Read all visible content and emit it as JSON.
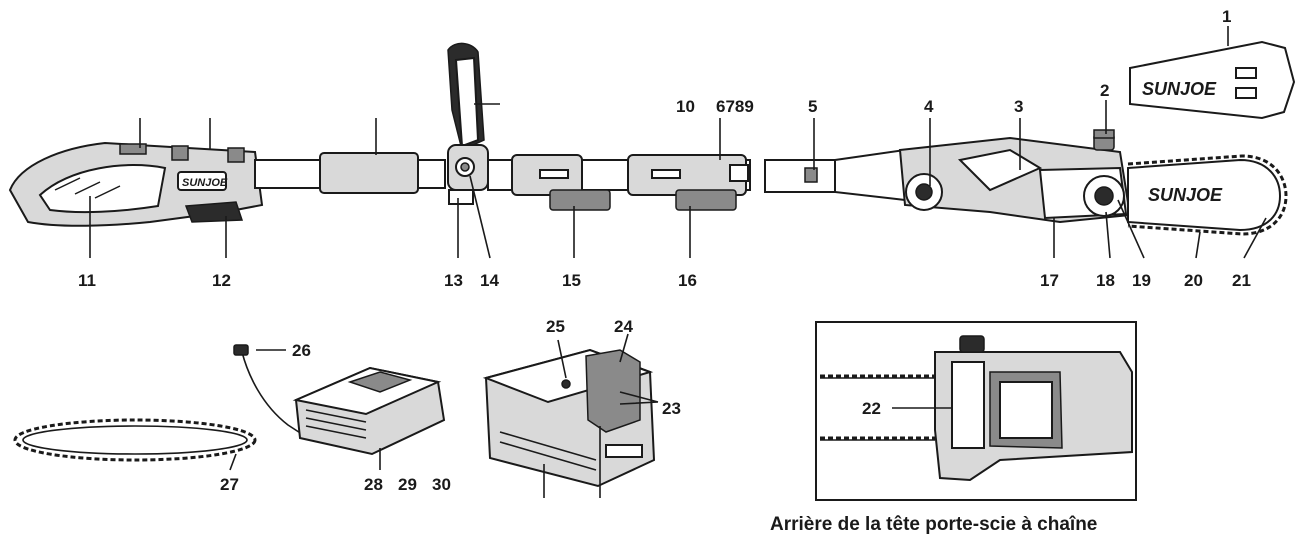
{
  "brand": {
    "logo_text": "SUNJOE"
  },
  "caption": "Arrière de la tête porte-scie à chaîne",
  "callouts": {
    "c1": "1",
    "c2": "2",
    "c3": "3",
    "c4": "4",
    "c5": "5",
    "c6789": "6789",
    "c10": "10",
    "c11": "11",
    "c12": "12",
    "c13": "13",
    "c14": "14",
    "c15": "15",
    "c16": "16",
    "c17": "17",
    "c18": "18",
    "c19": "19",
    "c20": "20",
    "c21": "21",
    "c22": "22",
    "c23": "23",
    "c24": "24",
    "c25": "25",
    "c26": "26",
    "c27": "27",
    "c28": "28",
    "c29": "29",
    "c30": "30"
  },
  "colors": {
    "line": "#1a1a1a",
    "fill_light": "#d9d9d9",
    "fill_mid": "#8a8a8a",
    "background": "#ffffff"
  }
}
